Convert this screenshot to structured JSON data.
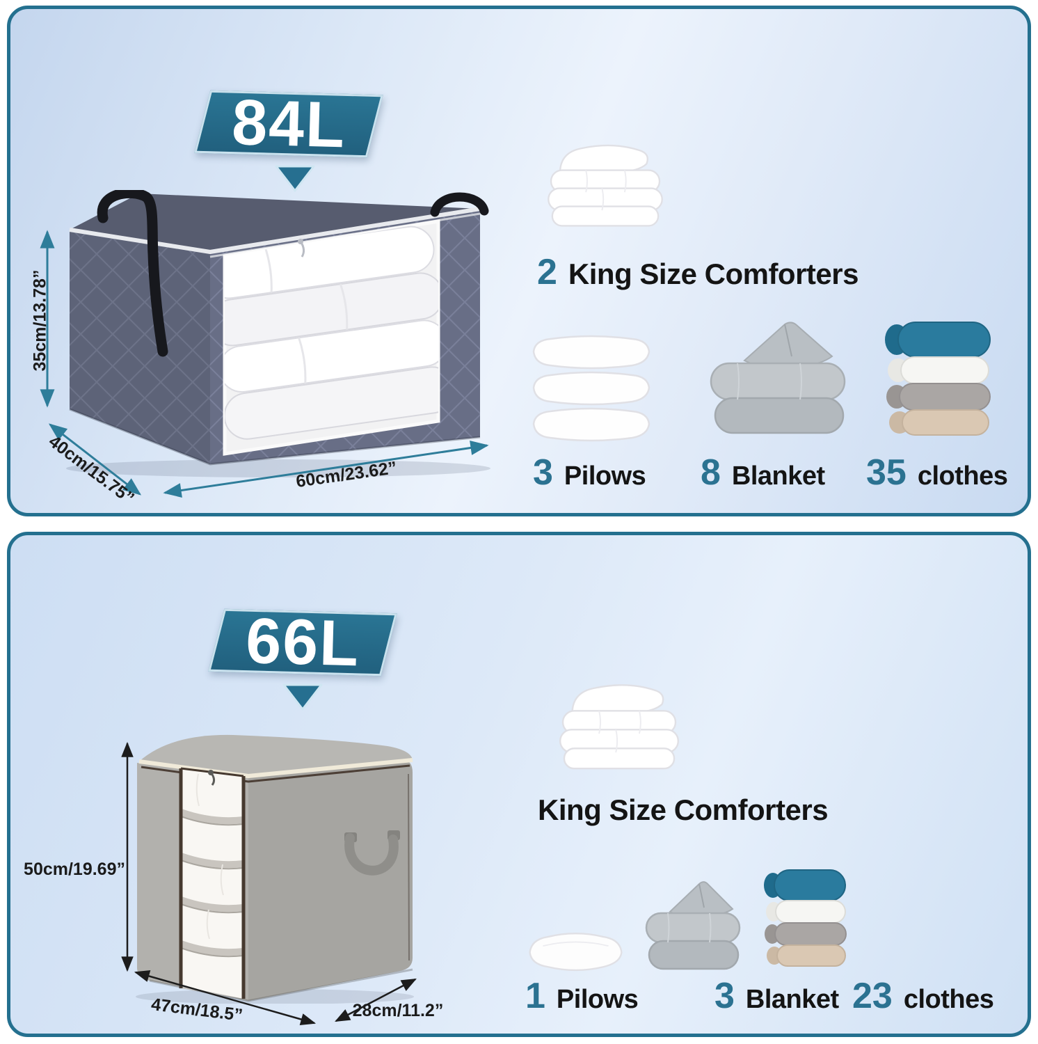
{
  "colors": {
    "accent": "#266f90",
    "number_teal": "#2b7291",
    "panel_border": "#24708f",
    "arrow_teal": "#2e7d9a",
    "arrow_black": "#1c1c1c"
  },
  "panels": [
    {
      "capacity": "84L",
      "dimensions": {
        "height": "35cm/13.78”",
        "depth": "40cm/15.75”",
        "width": "60cm/23.62”"
      },
      "comforters": {
        "count": "2",
        "label": "King Size Comforters"
      },
      "items": [
        {
          "count": "3",
          "label": "Pilows"
        },
        {
          "count": "8",
          "label": "Blanket"
        },
        {
          "count": "35",
          "label": "clothes"
        }
      ]
    },
    {
      "capacity": "66L",
      "dimensions": {
        "height": "50cm/19.69”",
        "width": "47cm/18.5”",
        "depth": "28cm/11.2”"
      },
      "comforters": {
        "label": "King Size Comforters"
      },
      "items": [
        {
          "count": "1",
          "label": "Pilows"
        },
        {
          "count": "3",
          "label": "Blanket"
        },
        {
          "count": "23",
          "label": "clothes"
        }
      ]
    }
  ]
}
